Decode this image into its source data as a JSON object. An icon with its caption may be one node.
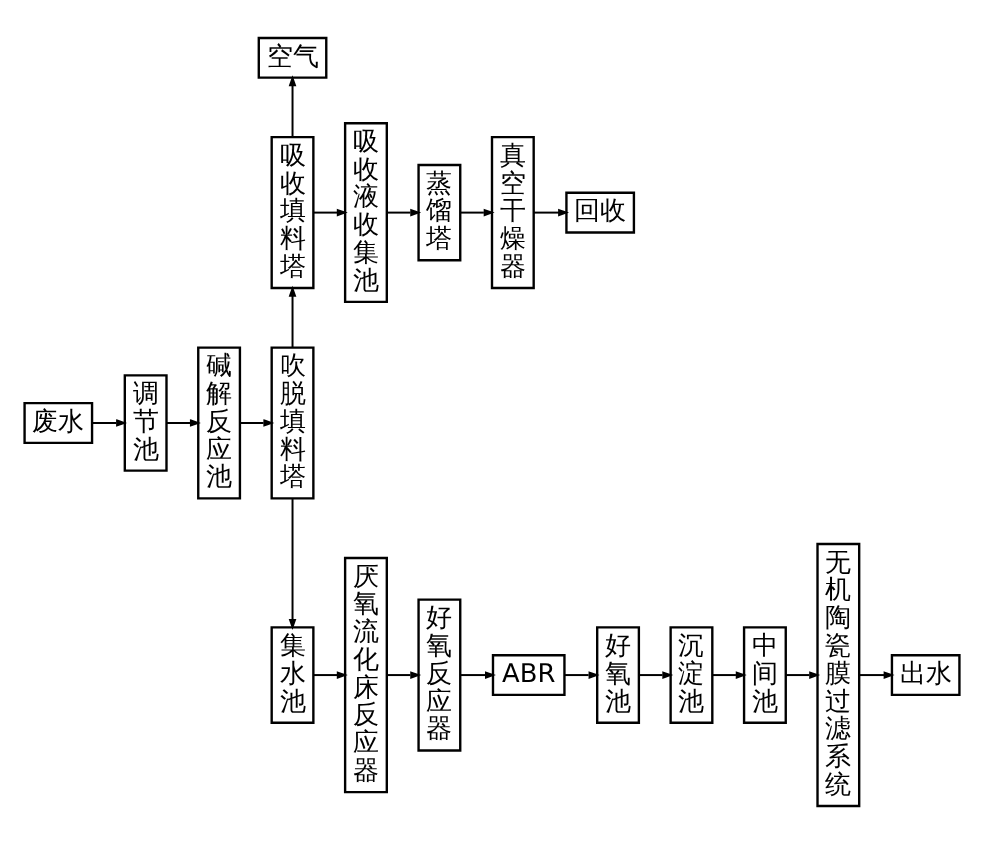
{
  "diagram": {
    "nodes": [
      {
        "text": [
          "空气"
        ]
      },
      {
        "text": [
          "吸收填料塔"
        ]
      },
      {
        "text": [
          "吸收液收集池"
        ]
      },
      {
        "text": [
          "蒸馏塔"
        ]
      },
      {
        "text": [
          "真空干燥器"
        ]
      },
      {
        "text": [
          "回收"
        ]
      },
      {
        "text": [
          "废水"
        ]
      },
      {
        "text": [
          "调节池"
        ]
      },
      {
        "text": [
          "碱解反应池"
        ]
      },
      {
        "text": [
          "吹脱填料塔"
        ]
      },
      {
        "text": [
          "集水池"
        ]
      },
      {
        "text": [
          "厌氧流化床反应器"
        ]
      },
      {
        "text": [
          "好氧反应器"
        ]
      },
      {
        "text": [
          "ABR"
        ]
      },
      {
        "text": [
          "好氧池"
        ]
      },
      {
        "text": [
          "沉淀池"
        ]
      },
      {
        "text": [
          "中间池"
        ]
      },
      {
        "text": [
          "无机陶瓷膜过滤系统"
        ]
      },
      {
        "text": [
          "出水"
        ]
      }
    ],
    "edges": [
      {
        "from": 6,
        "to": 7,
        "arrow": "to"
      },
      {
        "from": 7,
        "to": 8,
        "arrow": "to"
      },
      {
        "from": 8,
        "to": 9,
        "arrow": "to"
      },
      {
        "from": 9,
        "to": 1,
        "arrow": "to"
      },
      {
        "from": 1,
        "to": 0,
        "arrow": "to"
      },
      {
        "from": 1,
        "to": 2,
        "arrow": "to"
      },
      {
        "from": 2,
        "to": 3,
        "arrow": "to"
      },
      {
        "from": 3,
        "to": 4,
        "arrow": "to"
      },
      {
        "from": 4,
        "to": 5,
        "arrow": "to"
      },
      {
        "from": 9,
        "to": 10,
        "arrow": "to"
      },
      {
        "from": 10,
        "to": 11,
        "arrow": "to"
      },
      {
        "from": 11,
        "to": 12,
        "arrow": "to"
      },
      {
        "from": 12,
        "to": 13,
        "arrow": "to"
      },
      {
        "from": 13,
        "to": 14,
        "arrow": "to"
      },
      {
        "from": 14,
        "to": 15,
        "arrow": "to"
      },
      {
        "from": 15,
        "to": 16,
        "arrow": "to"
      },
      {
        "from": 16,
        "to": 17,
        "arrow": "to"
      },
      {
        "from": 17,
        "to": 18,
        "arrow": "to"
      }
    ]
  }
}
